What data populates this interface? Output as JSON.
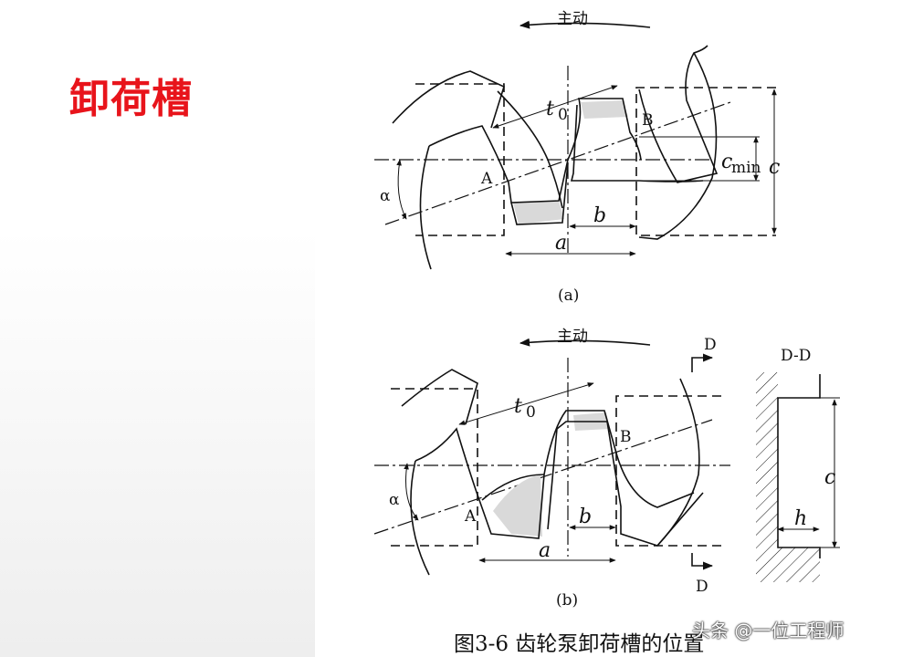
{
  "slide": {
    "title": "卸荷槽"
  },
  "figure": {
    "caption": "图3-6  齿轮泵卸荷槽的位置",
    "watermark": "头条 @一位工程师",
    "diagram_a": {
      "rotation_label": "主动",
      "sublabel": "(a)",
      "labels": {
        "t0": "t",
        "t0_sub": "0",
        "A": "A",
        "B": "B",
        "cmin": "c",
        "cmin_sub": "min",
        "c": "c",
        "b": "b",
        "a": "a",
        "alpha": "α"
      }
    },
    "diagram_b": {
      "rotation_label": "主动",
      "sublabel": "(b)",
      "labels": {
        "t0": "t",
        "t0_sub": "0",
        "A": "A",
        "B": "B",
        "b": "b",
        "a": "a",
        "alpha": "α",
        "D_top": "D",
        "D_bottom": "D"
      }
    },
    "section_dd": {
      "title": "D-D",
      "labels": {
        "c": "c",
        "h": "h"
      }
    }
  }
}
